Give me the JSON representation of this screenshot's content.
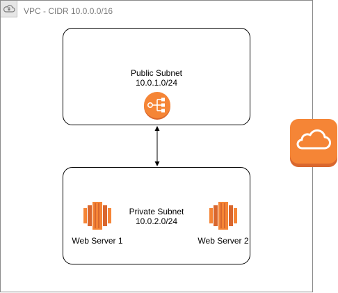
{
  "vpc": {
    "title": "VPC - CIDR 10.0.0.0/16",
    "icon": "vpc-cloud-lock-icon"
  },
  "public_subnet": {
    "name": "Public Subnet",
    "cidr": "10.0.1.0/24",
    "icon": "load-balancer-icon"
  },
  "private_subnet": {
    "name": "Private Subnet",
    "cidr": "10.0.2.0/24",
    "servers": [
      {
        "label": "Web Server 1",
        "icon": "ec2-instance-icon"
      },
      {
        "label": "Web Server 2",
        "icon": "ec2-instance-icon"
      }
    ]
  },
  "internet_gateway": {
    "icon": "cloud-icon"
  },
  "colors": {
    "aws_orange": "#F58536",
    "aws_orange_dark": "#D9672E",
    "vpc_border": "#8a8a8a",
    "vpc_title": "#7a7a7a"
  }
}
